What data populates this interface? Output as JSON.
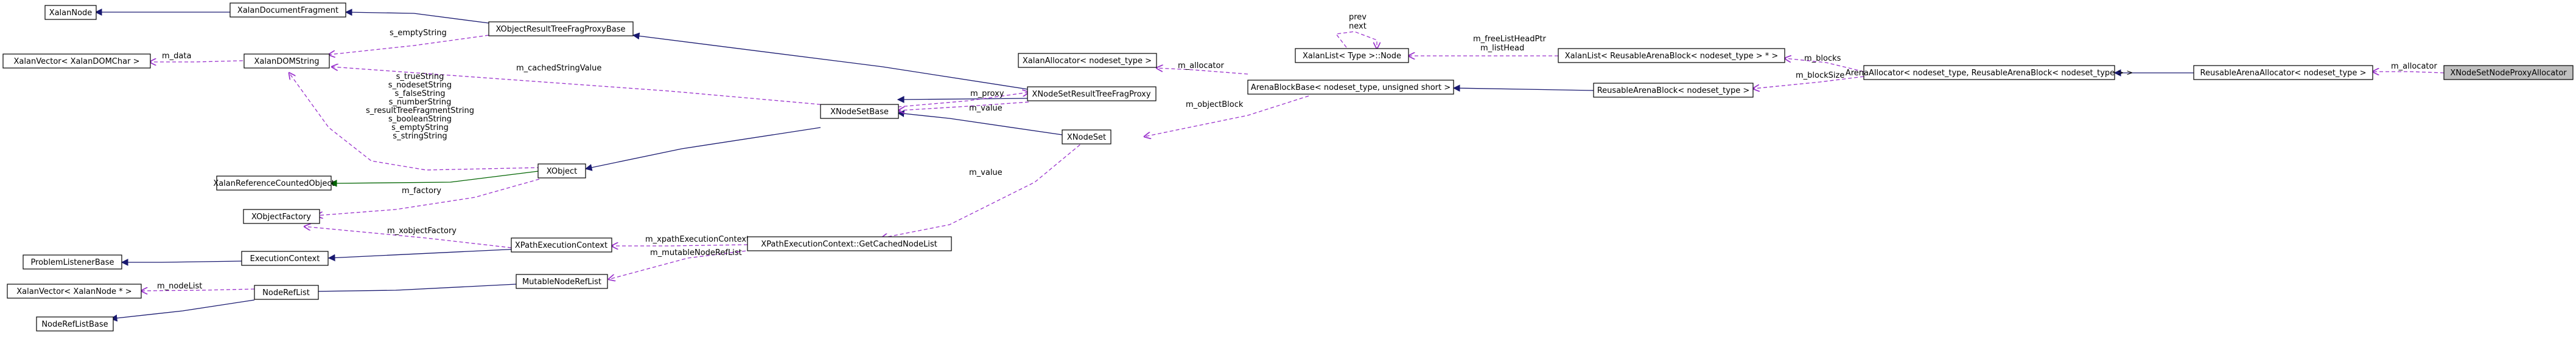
{
  "nodes": {
    "xalan_node": "XalanNode",
    "xalan_document_fragment": "XalanDocumentFragment",
    "xobject_result_tree_frag_proxy_base": "XObjectResultTreeFragProxyBase",
    "xalan_vector_xalandomchar": "XalanVector< XalanDOMChar >",
    "xalan_dom_string": "XalanDOMString",
    "xalan_reference_counted_object": "XalanReferenceCountedObject",
    "xobject_factory": "XObjectFactory",
    "problem_listener_base": "ProblemListenerBase",
    "execution_context": "ExecutionContext",
    "xalan_vector_xalannode_ptr": "XalanVector< XalanNode * >",
    "node_ref_list": "NodeRefList",
    "node_ref_list_base": "NodeRefListBase",
    "xobject": "XObject",
    "xnodeset_base": "XNodeSetBase",
    "xnodeset_result_tree_frag_proxy": "XNodeSetResultTreeFragProxy",
    "xnodeset": "XNodeSet",
    "xpath_execution_context": "XPathExecutionContext",
    "mutable_node_ref_list": "MutableNodeRefList",
    "xpath_execution_context_get_cached_node_list": "XPathExecutionContext::GetCachedNodeList",
    "xalan_allocator_nodeset_type": "XalanAllocator< nodeset_type >",
    "arena_block_base": "ArenaBlockBase< nodeset_type, unsigned short >",
    "xalan_list_type_node": "XalanList< Type >::Node",
    "xalan_list_reusable_arena_block": "XalanList< ReusableArenaBlock< nodeset_type > * >",
    "reusable_arena_block": "ReusableArenaBlock< nodeset_type >",
    "arena_allocator": "ArenaAllocator< nodeset_type, ReusableArenaBlock< nodeset_type > >",
    "reusable_arena_allocator": "ReusableArenaAllocator< nodeset_type >",
    "xnodeset_node_proxy_allocator": "XNodeSetNodeProxyAllocator"
  },
  "labels": {
    "m_data": "m_data",
    "s_empty_string_top": "s_emptyString",
    "m_cached_string_value": "m_cachedStringValue",
    "xobject_statics": [
      "s_trueString",
      "s_nodesetString",
      "s_falseString",
      "s_numberString",
      "s_resultTreeFragmentString",
      "s_booleanString",
      "s_emptyString",
      "s_stringString"
    ],
    "m_factory": "m_factory",
    "m_xobject_factory": "m_xobjectFactory",
    "m_node_list": "m_nodeList",
    "m_proxy": "m_proxy",
    "m_value_top": "m_value",
    "m_allocator": "m_allocator",
    "m_object_block": "m_objectBlock",
    "m_value_bottom": "m_value",
    "m_xpath_execution_context": "m_xpathExecutionContext",
    "m_mutable_node_ref_list": "m_mutableNodeRefList",
    "prev": "prev",
    "next": "next",
    "m_free_list_head_ptr": "m_freeListHeadPtr",
    "m_list_head": "m_listHead",
    "m_blocks": "m_blocks",
    "m_block_size": "m_blockSize",
    "m_allocator_right": "m_allocator"
  }
}
